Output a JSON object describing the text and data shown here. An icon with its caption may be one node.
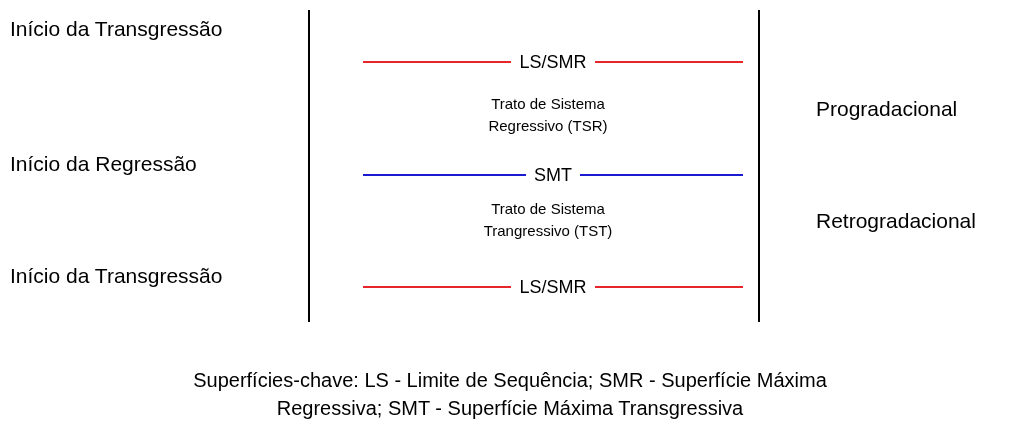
{
  "diagram": {
    "caption": "Superfícies-chave: LS - Limite de Sequência; SMR - Superfície Máxima Regressiva; SMT - Superfície Máxima Transgressiva",
    "labels": [
      "Início da Transgressão",
      "LS/SMR",
      "Trato de Sistema Regressivo (TSR)",
      "Progradacional",
      "Início da Regressão",
      "SMT",
      "Trato de Sistema Trangressivo (TST)",
      "Retrogradacional",
      "Início da Transgressão",
      "LS/SMR"
    ]
  }
}
